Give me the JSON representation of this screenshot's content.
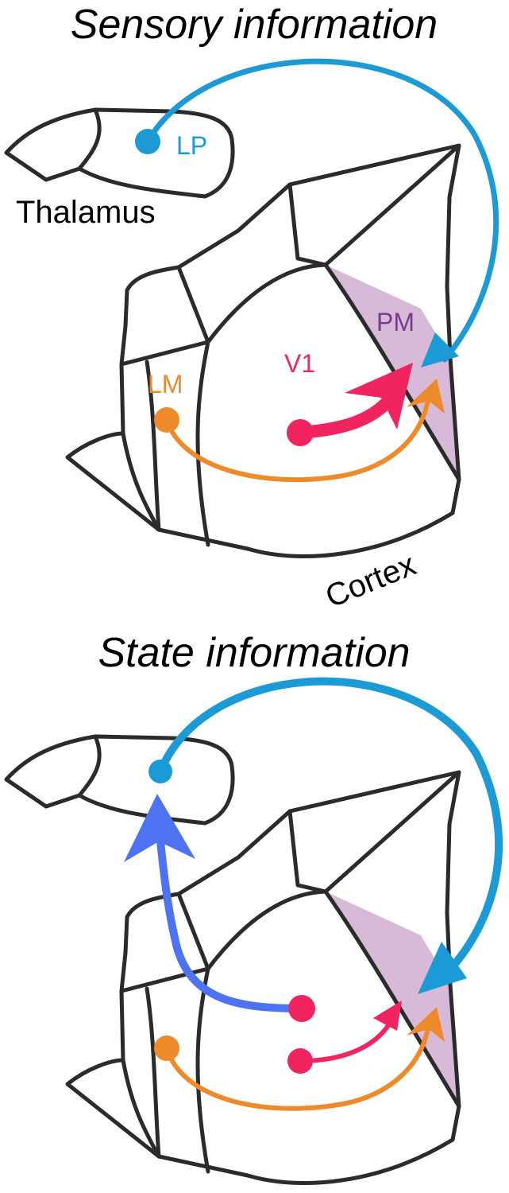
{
  "colors": {
    "lp": "#1b9ad6",
    "v1": "#f0245e",
    "lm": "#ee8a2a",
    "pm": "#7a3b8f",
    "pm_fill": "#d6bad8",
    "state_v1": "#4e73f2",
    "outline": "#2b2b2b"
  },
  "panel_sensory": {
    "title": "Sensory information",
    "thalamus_label": "Thalamus",
    "cortex_label": "Cortex",
    "area_labels": {
      "lp": "LP",
      "pm": "PM",
      "v1": "V1",
      "lm": "LM"
    }
  },
  "panel_state": {
    "title": "State information"
  }
}
